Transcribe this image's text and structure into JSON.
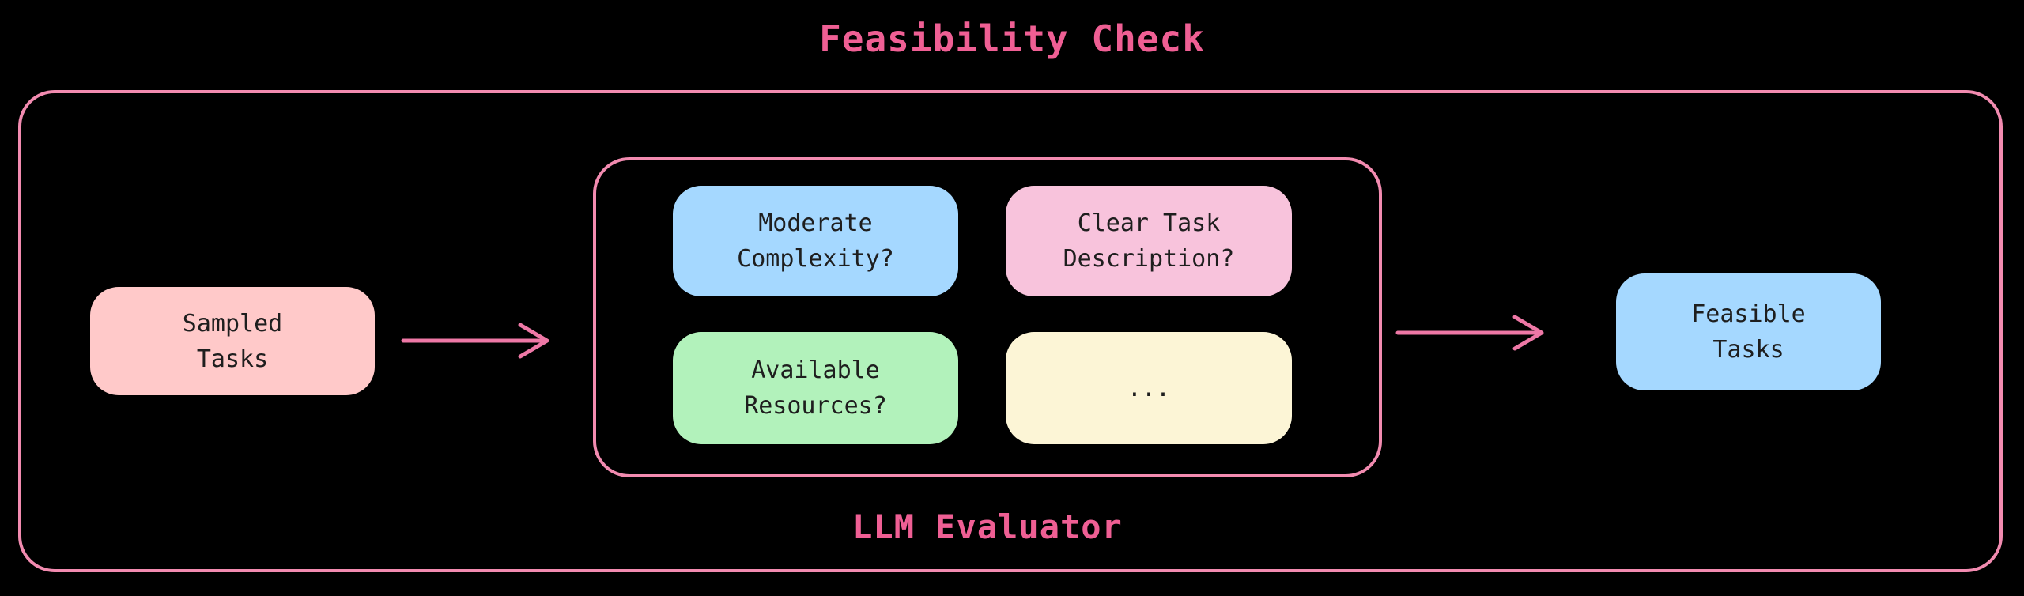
{
  "diagram": {
    "title": "Feasibility Check",
    "evaluator_label": "LLM Evaluator",
    "nodes": {
      "sampled_tasks": {
        "label": "Sampled\nTasks",
        "fill": "#ffc9c9"
      },
      "moderate_complexity": {
        "label": "Moderate\nComplexity?",
        "fill": "#a5d8ff"
      },
      "clear_task_description": {
        "label": "Clear Task\nDescription?",
        "fill": "#f8c3dc"
      },
      "available_resources": {
        "label": "Available\nResources?",
        "fill": "#b2f2bb"
      },
      "ellipsis": {
        "label": "...",
        "fill": "#fcf5d6"
      },
      "feasible_tasks": {
        "label": "Feasible\nTasks",
        "fill": "#a5d8ff"
      }
    },
    "colors": {
      "background": "#000000",
      "title_pink": "#ef5f94",
      "border_pink": "#f28bb0",
      "arrow_pink": "#ee78a6",
      "node_text": "#1e1e1e"
    }
  }
}
